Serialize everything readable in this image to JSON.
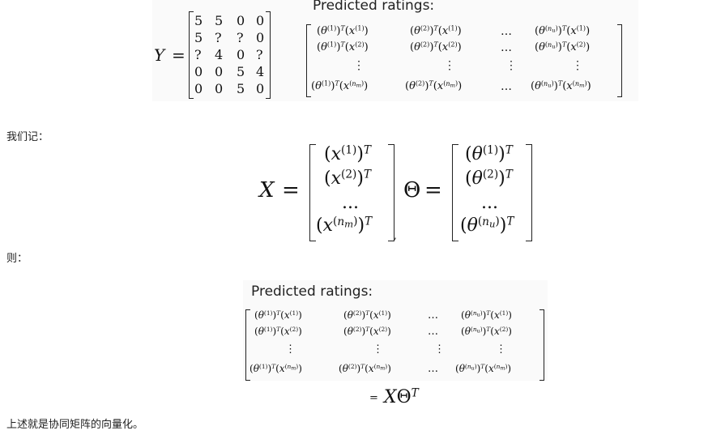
{
  "figure1": {
    "y_symbol": "Y",
    "eq": "=",
    "y_rows": [
      [
        "5",
        "5",
        "0",
        "0"
      ],
      [
        "5",
        "?",
        "?",
        "0"
      ],
      [
        "?",
        "4",
        "0",
        "?"
      ],
      [
        "0",
        "0",
        "5",
        "4"
      ],
      [
        "0",
        "0",
        "5",
        "0"
      ]
    ],
    "title": "Predicted ratings:",
    "pred_rows": [
      [
        "(θ(1))T(x(1))",
        "(θ(2))T(x(1))",
        "…",
        "(θ(nu))T(x(1))"
      ],
      [
        "(θ(1))T(x(2))",
        "(θ(2))T(x(2))",
        "…",
        "(θ(nu))T(x(2))"
      ],
      [
        "⋮",
        "⋮",
        "⋮",
        "⋮"
      ],
      [
        "(θ(1))T(x(nm))",
        "(θ(2))T(x(nm))",
        "…",
        "(θ(nu))T(x(nm))"
      ]
    ]
  },
  "text1": "我们记：",
  "figure2": {
    "x_symbol": "X",
    "theta_symbol": "Θ",
    "eq": "=",
    "x_rows": [
      "(x(1))T",
      "(x(2))T",
      "...",
      "(x(nm))T"
    ],
    "theta_rows": [
      "(θ(1))T",
      "(θ(2))T",
      "...",
      "(θ(nu))T"
    ],
    "comma": ","
  },
  "text2": "则：",
  "figure3": {
    "title": "Predicted ratings:",
    "result": "= XΘT"
  },
  "text3": "上述就是协同矩阵的向量化。"
}
